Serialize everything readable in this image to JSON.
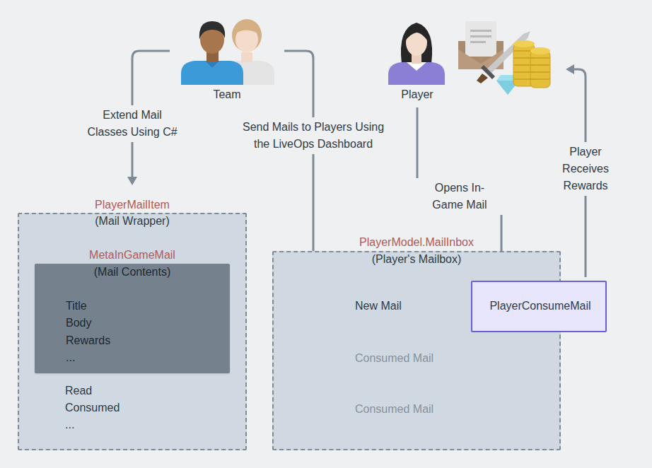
{
  "diagram": {
    "nodes": [
      {
        "text": [
          "Team"
        ]
      },
      {
        "text": [
          "Player"
        ]
      },
      {
        "text": [
          "PlayerMailItem",
          "(Mail Wrapper)",
          "Read",
          "Consumed",
          "..."
        ]
      },
      {
        "text": [
          "MetaInGameMail",
          "(Mail Contents)",
          "Title",
          "Body",
          "Rewards",
          "..."
        ],
        "in": 2
      },
      {
        "text": [
          "PlayerModel.MailInbox",
          "(Player's Mailbox)"
        ]
      },
      {
        "text": [
          "New Mail"
        ],
        "in": 4
      },
      {
        "text": [
          "Consumed Mail"
        ],
        "in": 4
      },
      {
        "text": [
          "Consumed Mail"
        ],
        "in": 4
      },
      {
        "text": [
          "PlayerConsumeMail"
        ],
        "in": 4
      }
    ],
    "edges": [
      {
        "from": 0,
        "to": 2,
        "label": "Extend Mail Classes Using C#",
        "arrow": "to"
      },
      {
        "from": 0,
        "to": 5,
        "label": "Send Mails to Players Using the LiveOps Dashboard",
        "arrow": "to"
      },
      {
        "from": 1,
        "to": 8,
        "label": "Opens In-Game Mail",
        "arrow": "to"
      },
      {
        "from": 8,
        "to": 5,
        "arrow": "none"
      },
      {
        "from": 8,
        "to": 6,
        "arrow": "to"
      }
    ],
    "labels": [
      "Player Receives Rewards"
    ]
  }
}
